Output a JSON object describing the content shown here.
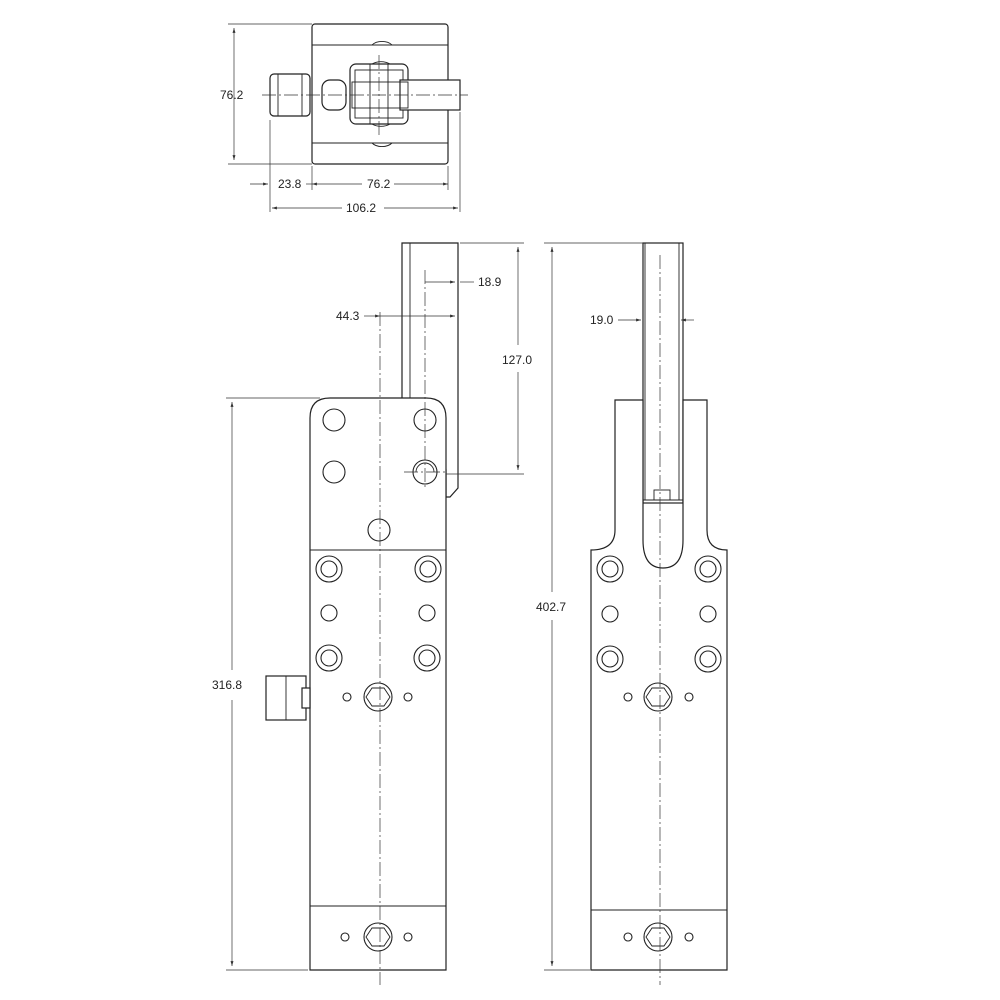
{
  "dimensions": {
    "top_height": "76.2",
    "top_offset": "23.8",
    "top_width": "76.2",
    "top_total": "106.2",
    "arm_offset": "18.9",
    "arm_reach": "44.3",
    "arm_length": "127.0",
    "arm_thickness": "19.0",
    "body_height": "316.8",
    "total_height": "402.7"
  }
}
